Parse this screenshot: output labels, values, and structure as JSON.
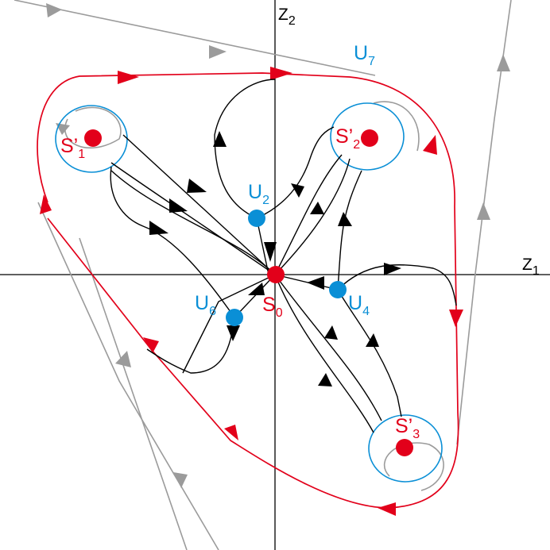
{
  "axes": {
    "x_label": "Z",
    "x_sub": "1",
    "y_label": "Z",
    "y_sub": "2"
  },
  "points": {
    "s0": {
      "name": "S",
      "sub": "0"
    },
    "s1": {
      "name": "S’",
      "sub": "1"
    },
    "s2": {
      "name": "S’",
      "sub": "2"
    },
    "s3": {
      "name": "S’",
      "sub": "3"
    }
  },
  "saddles": {
    "u2": {
      "name": "U",
      "sub": "2"
    },
    "u4": {
      "name": "U",
      "sub": "4"
    },
    "u6": {
      "name": "U",
      "sub": "6"
    },
    "u7": {
      "name": "U",
      "sub": "7"
    }
  },
  "colors": {
    "red": "#e2001a",
    "blue": "#0a8fd6",
    "black": "#000000",
    "gray": "#9b9b9b"
  }
}
